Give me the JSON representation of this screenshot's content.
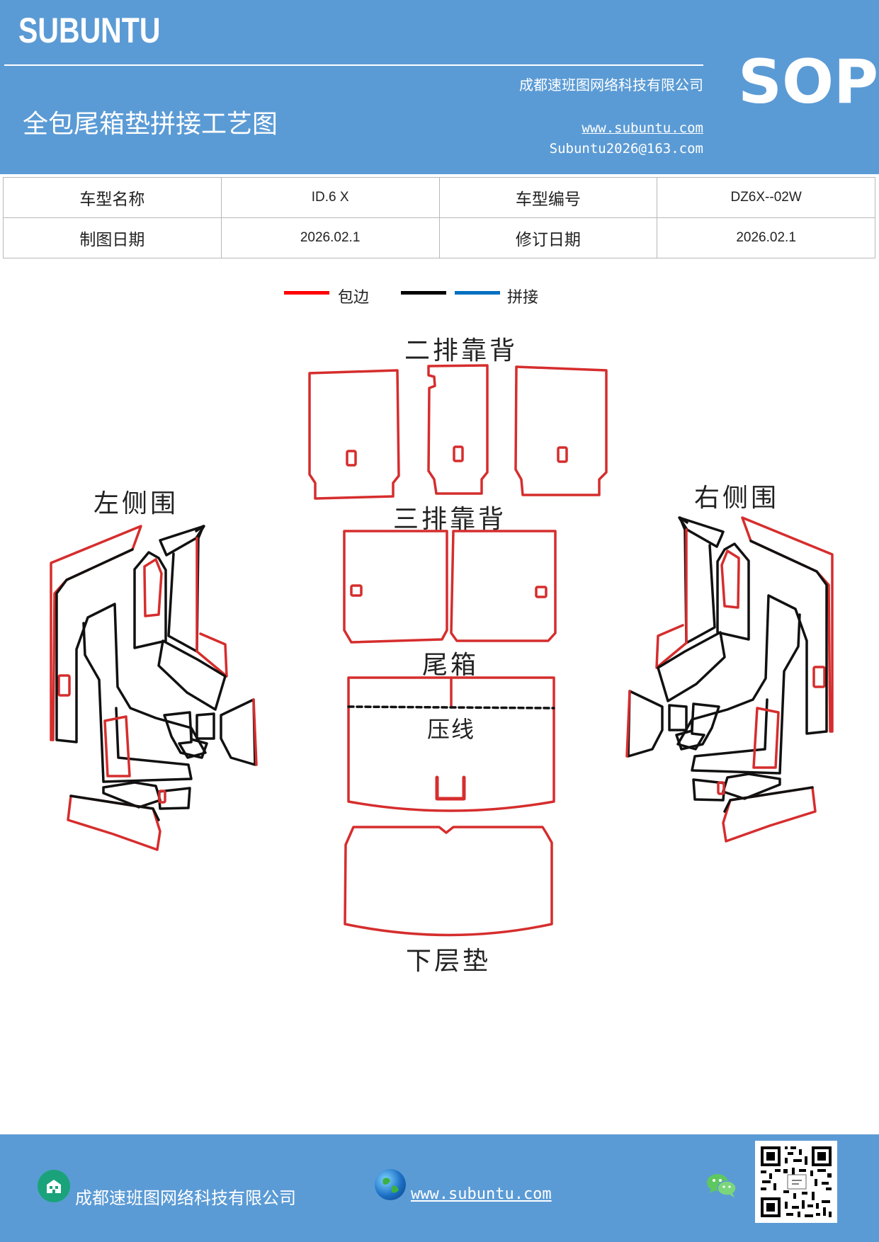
{
  "header": {
    "brand": "SUBUNTU",
    "company": "成都速班图网络科技有限公司",
    "title": "全包尾箱垫拼接工艺图",
    "website": "www.subuntu.com",
    "email": "Subuntu2026@163.com",
    "badge": "SOP",
    "bg_color": "#5b9bd5"
  },
  "info_table": {
    "rows": [
      [
        "车型名称",
        "ID.6 X",
        "车型编号",
        "DZ6X--02W"
      ],
      [
        "制图日期",
        "2026.02.1",
        "修订日期",
        "2026.02.1"
      ]
    ]
  },
  "legend": {
    "items": [
      {
        "label": "包边",
        "color": "#ff0000"
      },
      {
        "label": "拼接",
        "colors": [
          "#000000",
          "#0070c0"
        ]
      }
    ]
  },
  "diagram": {
    "labels": {
      "second_row": "二排靠背",
      "third_row": "三排靠背",
      "left_side": "左侧围",
      "right_side": "右侧围",
      "trunk": "尾箱",
      "crease": "压线",
      "lower_mat": "下层垫"
    },
    "edge_color": "#d62d2d",
    "seam_color": "#111111"
  },
  "footer": {
    "company": "成都速班图网络科技有限公司",
    "website": "www.subuntu.com",
    "icons": [
      "building-icon",
      "globe-icon",
      "wechat-icon",
      "qr-code"
    ],
    "bg_color": "#5b9bd5"
  }
}
